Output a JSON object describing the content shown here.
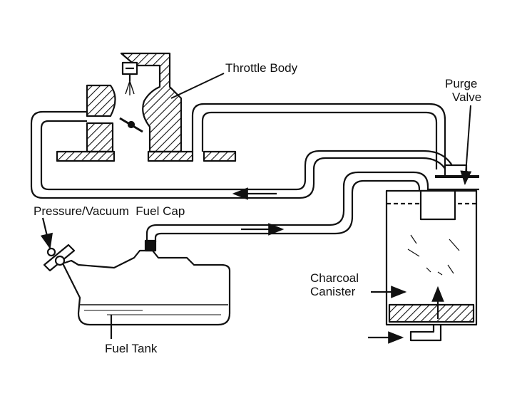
{
  "labels": {
    "throttle_body": "Throttle Body",
    "purge_valve_line1": "Purge",
    "purge_valve_line2": "Valve",
    "fuel_cap": "Pressure/Vacuum  Fuel Cap",
    "canister_line1": "Charcoal",
    "canister_line2": "Canister",
    "fuel_tank": "Fuel Tank"
  },
  "colors": {
    "ink": "#111111",
    "paper": "#ffffff"
  }
}
